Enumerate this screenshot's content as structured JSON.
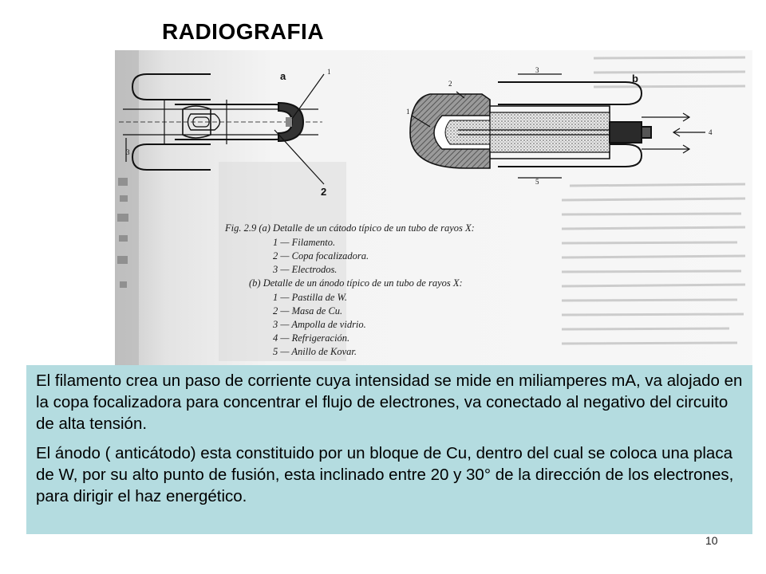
{
  "slide": {
    "title": "RADIOGRAFIA",
    "page_number": "10"
  },
  "figure": {
    "panel_a_label": "a",
    "panel_b_label": "b",
    "callouts_a": [
      "1",
      "2",
      "3"
    ],
    "callouts_b": [
      "1",
      "2",
      "3",
      "4",
      "5"
    ],
    "caption": {
      "line_a": "Fig. 2.9 (a)   Detalle de un cátodo típico de un tubo de rayos X:",
      "items_a": [
        "1 — Filamento.",
        "2 — Copa focalizadora.",
        "3 — Electrodos."
      ],
      "line_b": "(b)   Detalle de un ánodo típico de un tubo de rayos X:",
      "items_b": [
        "1 — Pastilla de W.",
        "2 — Masa de Cu.",
        "3 — Ampolla de vidrio.",
        "4 — Refrigeración.",
        "5 — Anillo de Kovar."
      ]
    }
  },
  "text": {
    "paragraph1": "El filamento  crea un paso de corriente cuya intensidad se mide en miliamperes mA, va alojado en la copa focalizadora para concentrar el flujo de electrones, va conectado al negativo del circuito de alta tensión.",
    "paragraph2": "El ánodo ( anticátodo) esta constituido por un bloque de Cu, dentro del cual se coloca una placa de W, por su alto punto de fusión, esta inclinado entre 20 y 30° de la dirección de los electrones, para dirigir el haz energético."
  }
}
